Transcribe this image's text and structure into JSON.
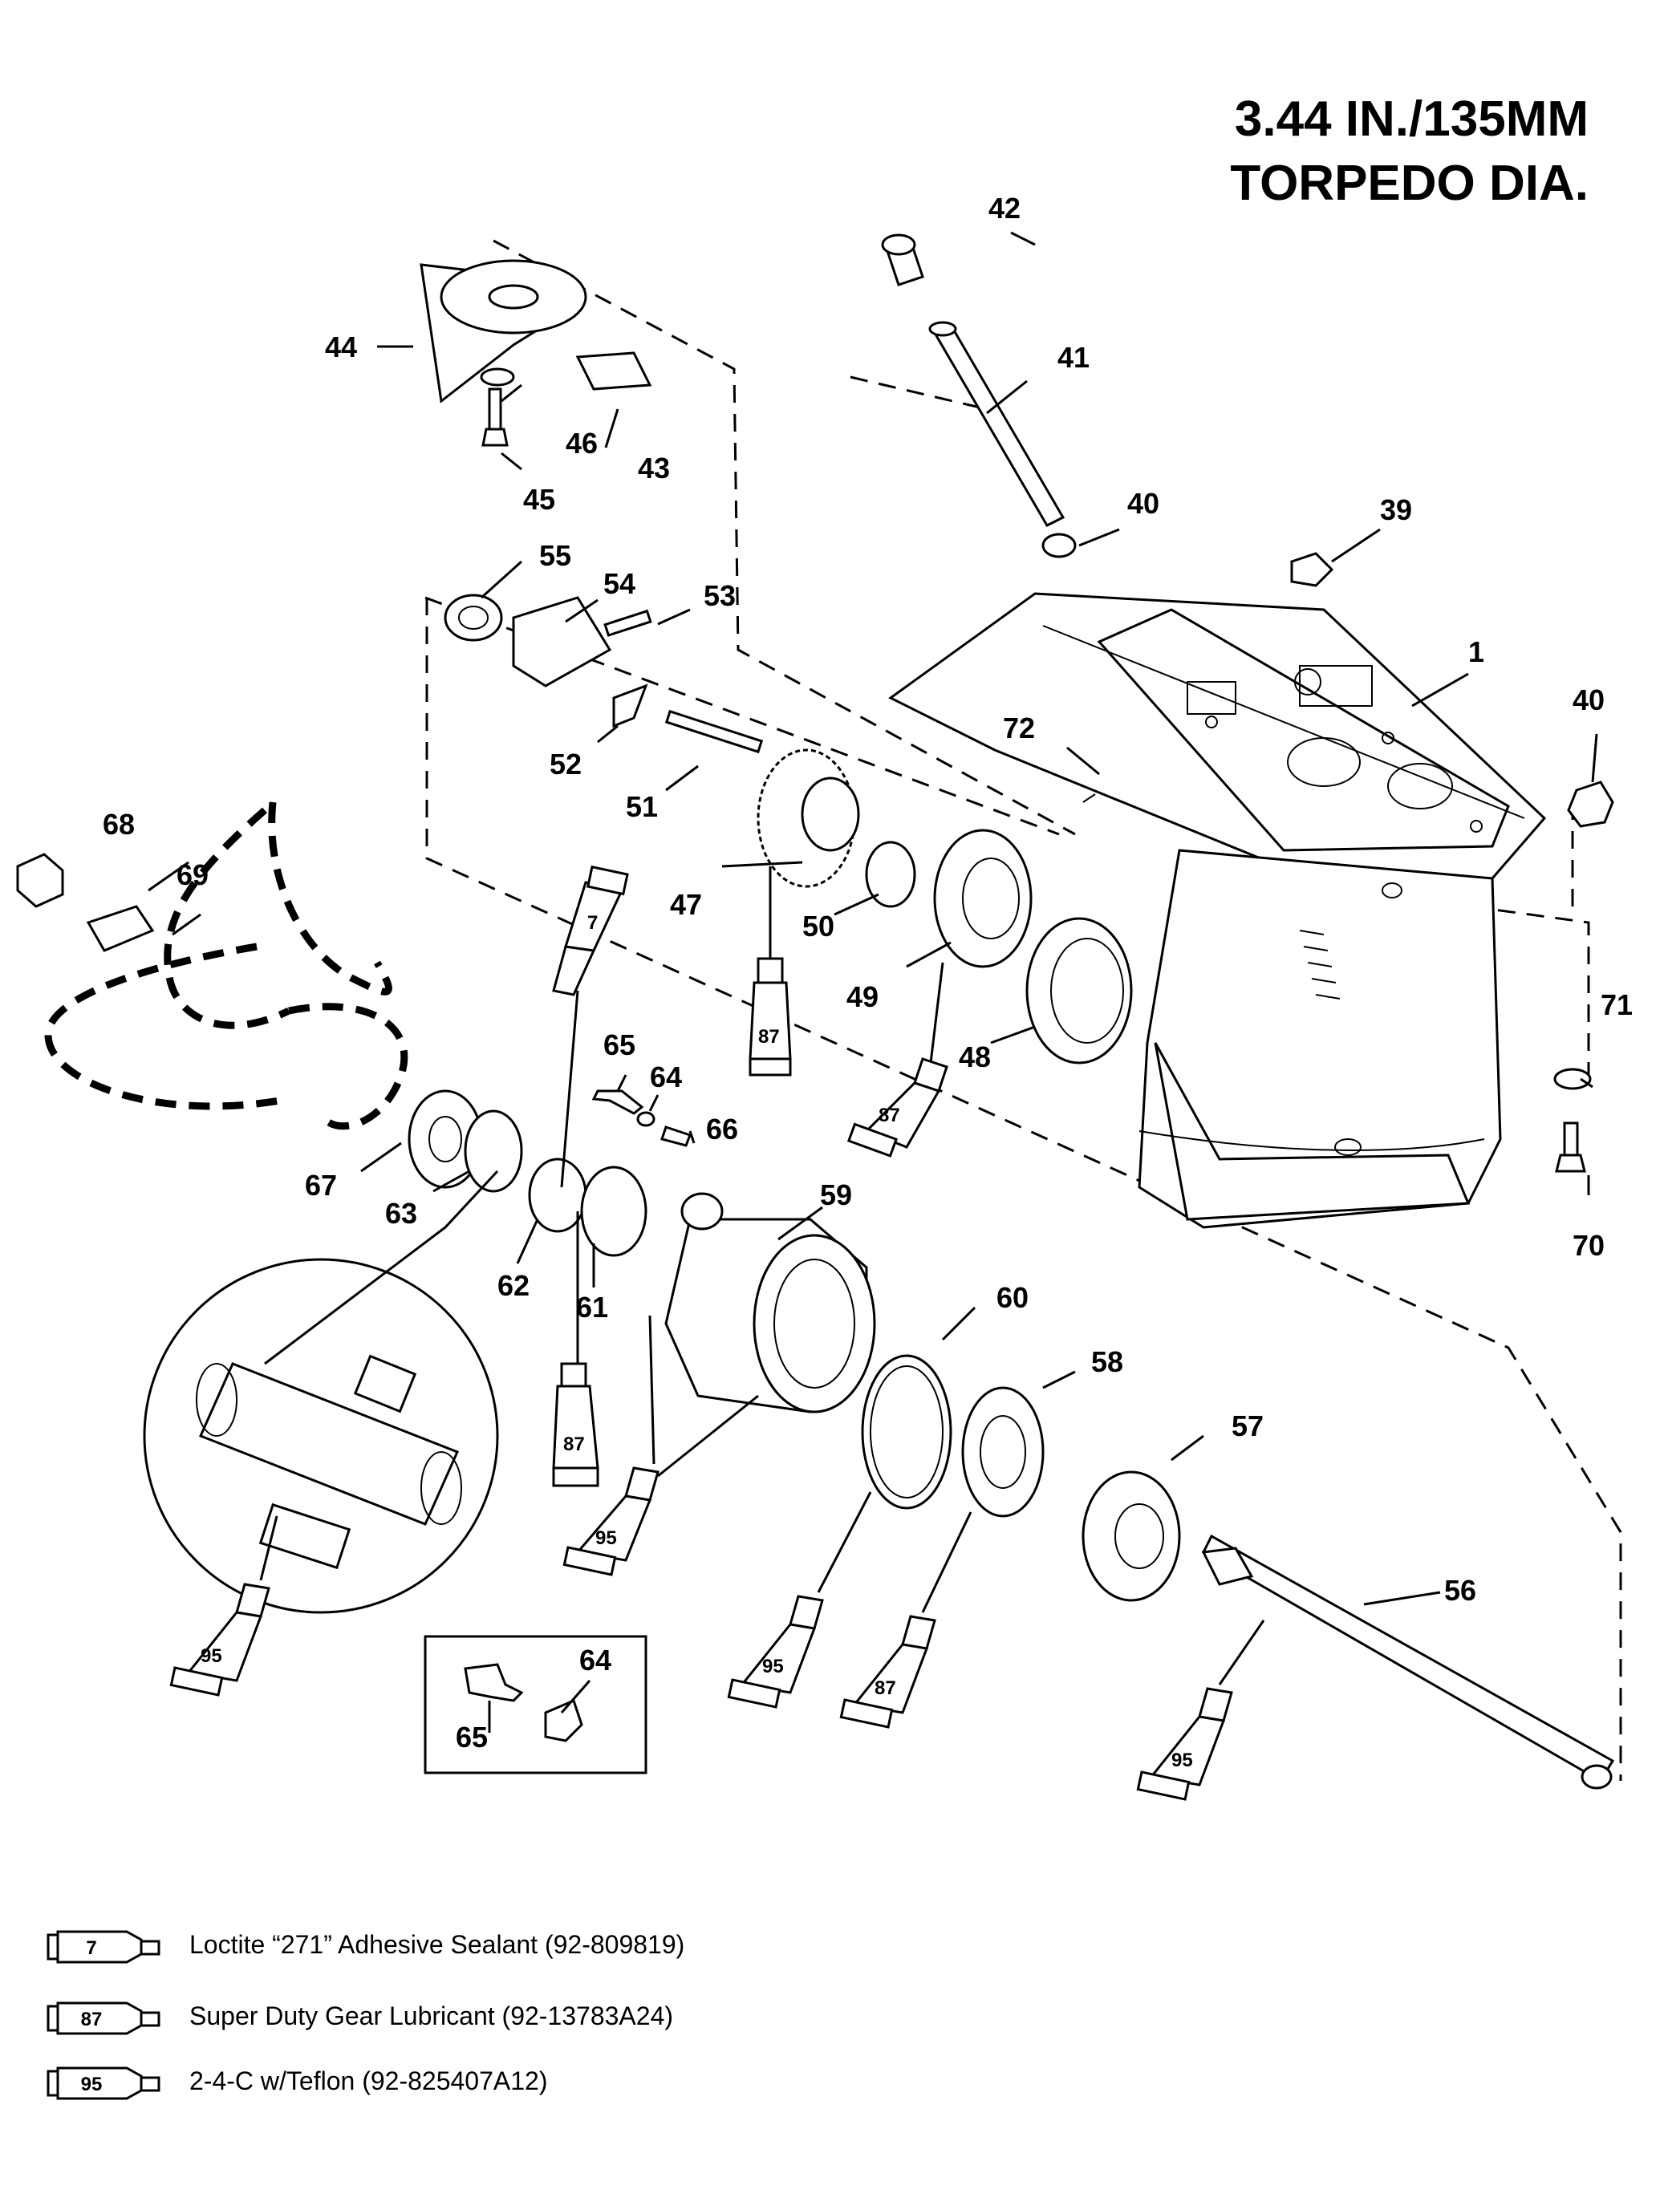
{
  "title": {
    "line1": "3.44 IN./135MM",
    "line2": "TORPEDO DIA."
  },
  "callouts": [
    "1",
    "39",
    "40",
    "40",
    "41",
    "42",
    "43",
    "44",
    "45",
    "46",
    "47",
    "48",
    "49",
    "50",
    "51",
    "52",
    "53",
    "54",
    "55",
    "56",
    "57",
    "58",
    "59",
    "60",
    "61",
    "62",
    "63",
    "64",
    "65",
    "66",
    "67",
    "68",
    "69",
    "70",
    "71",
    "72",
    "65",
    "64"
  ],
  "tubes": [
    "7",
    "87",
    "87",
    "87",
    "95",
    "95",
    "87",
    "95",
    "95"
  ],
  "legend": [
    {
      "code": "7",
      "text": "Loctite “271” Adhesive Sealant (92-809819)"
    },
    {
      "code": "87",
      "text": "Super Duty Gear Lubricant (92-13783A24)"
    },
    {
      "code": "95",
      "text": "2-4-C w/Teflon (92-825407A12)"
    }
  ]
}
